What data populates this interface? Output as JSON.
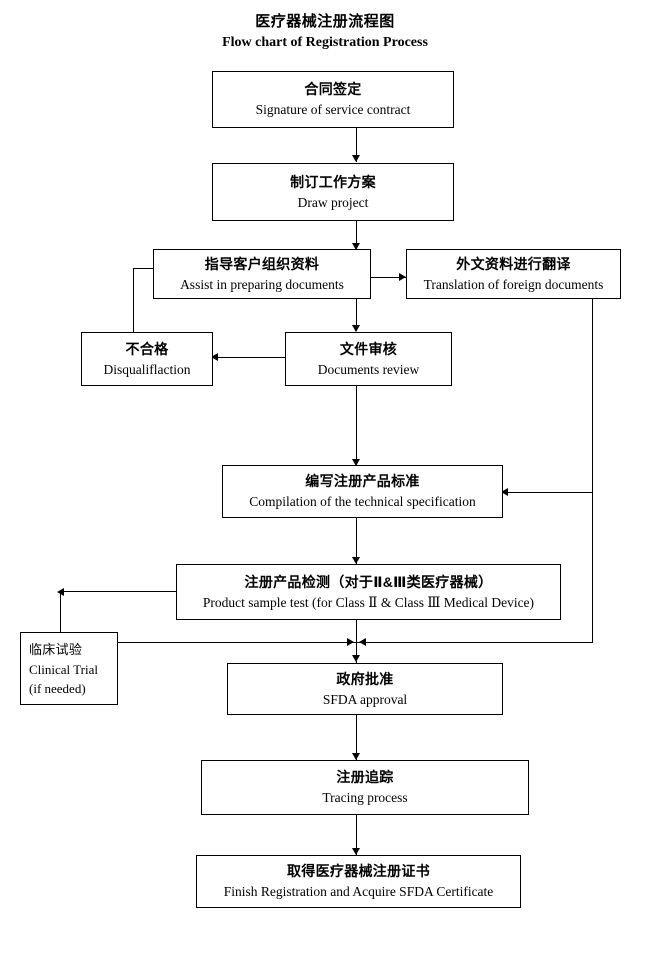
{
  "title": {
    "cn": "医疗器械注册流程图",
    "en": "Flow chart of Registration Process"
  },
  "nodes": {
    "contract": {
      "cn": "合同签定",
      "en": "Signature of service contract"
    },
    "draw_project": {
      "cn": "制订工作方案",
      "en": "Draw project"
    },
    "assist": {
      "cn": "指导客户组织资料",
      "en": "Assist in preparing documents"
    },
    "translation": {
      "cn": "外文资料进行翻译",
      "en": "Translation of foreign documents"
    },
    "disqualify": {
      "cn": "不合格",
      "en": "Disqualiflaction"
    },
    "doc_review": {
      "cn": "文件审核",
      "en": "Documents review"
    },
    "compilation": {
      "cn": "编写注册产品标准",
      "en": "Compilation of the technical specification"
    },
    "sample_test": {
      "cn": "注册产品检测（对于Ⅱ&Ⅲ类医疗器械）",
      "en": "Product sample test (for Class  Ⅱ & Class  Ⅲ  Medical Device)"
    },
    "clinical": {
      "cn": "临床试验",
      "en": "Clinical Trial",
      "en2": "(if needed)"
    },
    "sfda": {
      "cn": "政府批准",
      "en": "SFDA approval"
    },
    "tracing": {
      "cn": "注册追踪",
      "en": "Tracing process"
    },
    "finish": {
      "cn": "取得医疗器械注册证书",
      "en": "Finish Registration and Acquire SFDA Certificate"
    }
  },
  "colors": {
    "background": "#ffffff",
    "stroke": "#000000",
    "text": "#000000"
  }
}
